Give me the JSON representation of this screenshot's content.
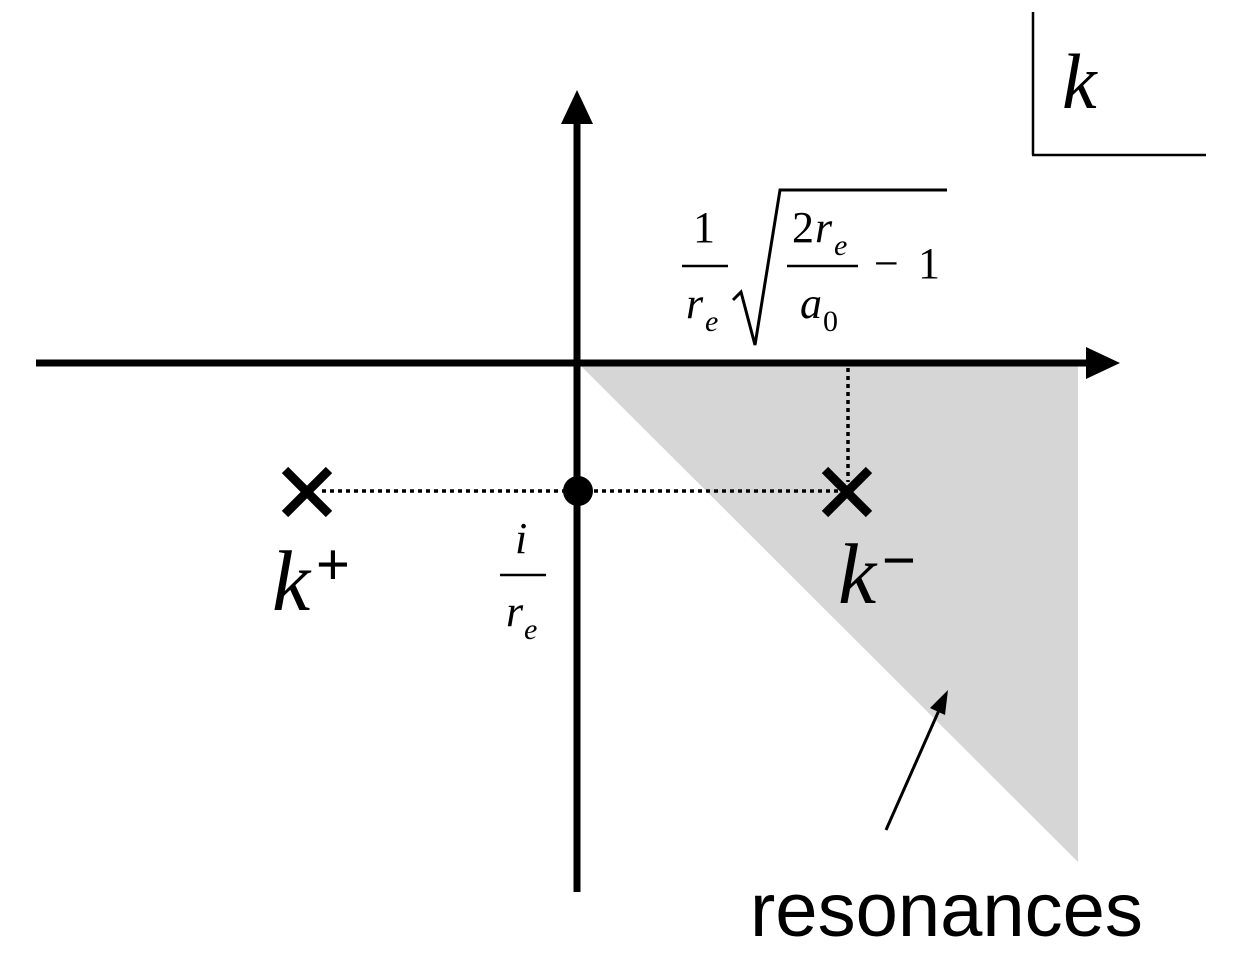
{
  "plane_label": {
    "var": "k"
  },
  "axis_label": {
    "prefactor_numerator": "1",
    "prefactor_denominator_base": "r",
    "prefactor_denominator_sub": "e",
    "radicand_numerator_coeff": "2",
    "radicand_numerator_base": "r",
    "radicand_numerator_sub": "e",
    "radicand_denominator_base": "a",
    "radicand_denominator_sub": "0",
    "minus": "−",
    "one": "1"
  },
  "origin_label": {
    "numerator": "i",
    "denominator_base": "r",
    "denominator_sub": "e"
  },
  "poles": [
    {
      "base": "k",
      "sup": "+"
    },
    {
      "base": "k",
      "sup": "−"
    }
  ],
  "region_label": "resonances",
  "colors": {
    "shade": "#d6d6d6",
    "ink": "#000000"
  }
}
